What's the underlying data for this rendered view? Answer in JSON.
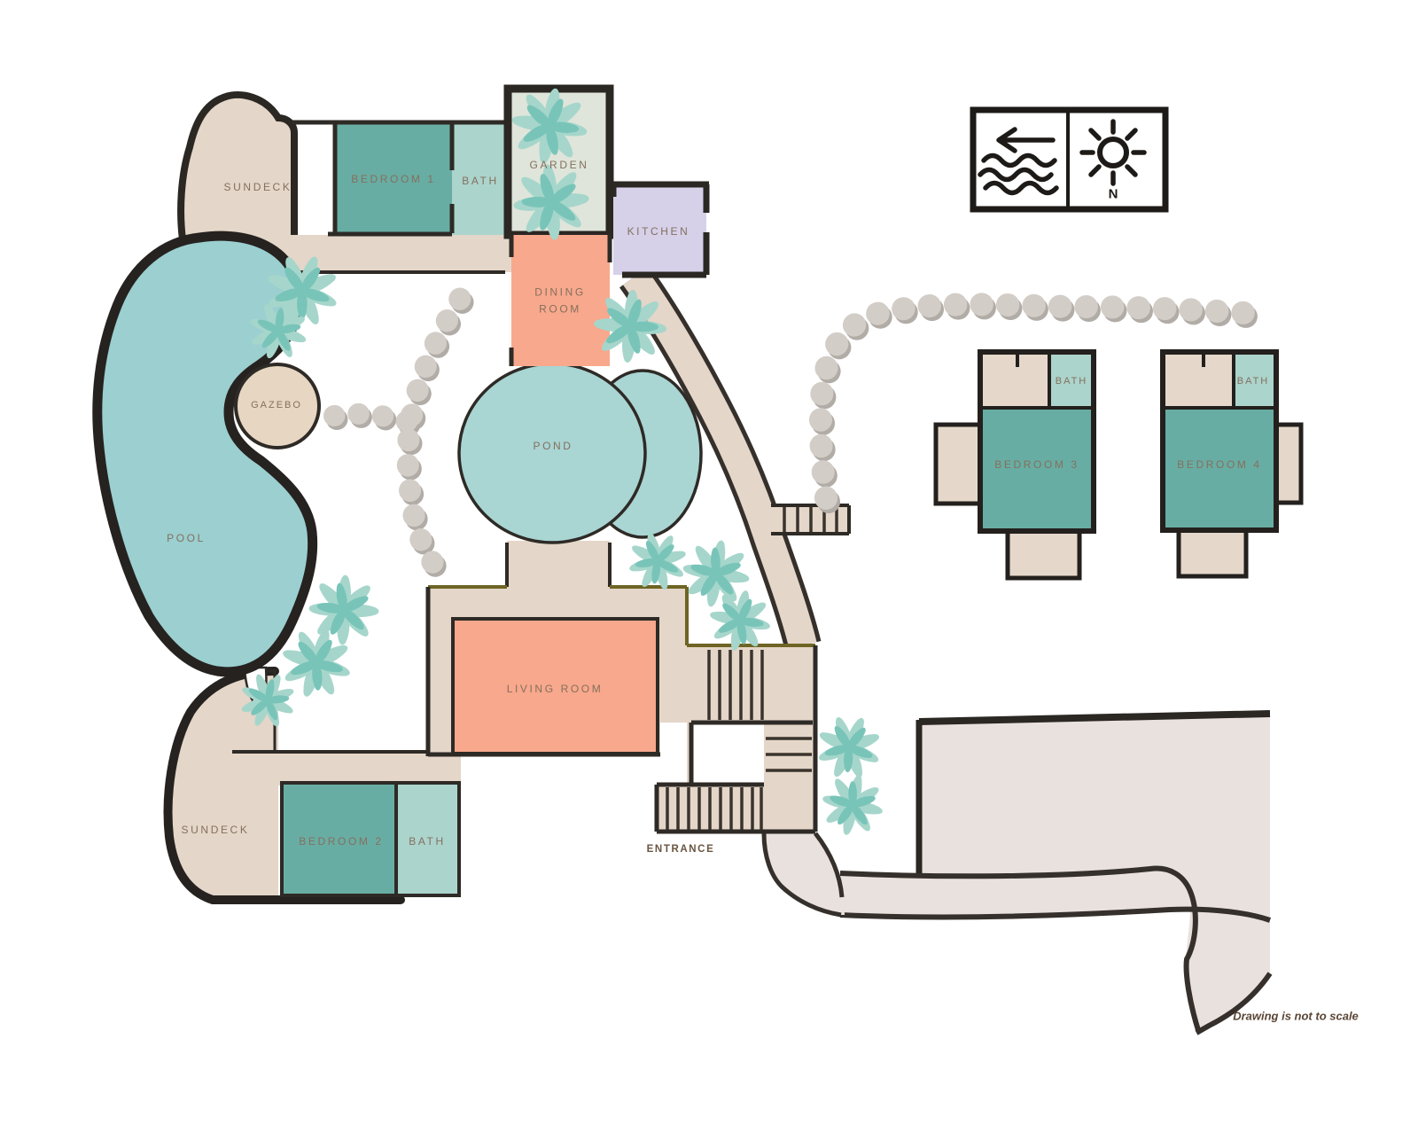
{
  "plan": {
    "rooms": {
      "sundeck_top": "SUNDECK",
      "bedroom1": "BEDROOM 1",
      "bath1": "BATH",
      "garden": "GARDEN",
      "kitchen": "KITCHEN",
      "dining": "DINING ROOM",
      "pond": "POND",
      "gazebo": "GAZEBO",
      "pool": "POOL",
      "living": "LIVING ROOM",
      "sundeck_bottom": "SUNDECK",
      "bedroom2": "BEDROOM 2",
      "bath2": "BATH",
      "bedroom3": "BEDROOM 3",
      "bath3": "BATH",
      "bedroom4": "BEDROOM 4",
      "bath4": "BATH",
      "entrance": "ENTRANCE"
    },
    "compass": {
      "north": "N"
    },
    "note": "Drawing is not to scale",
    "colors": {
      "deck_beige": "#e4d6c8",
      "driveway": "#e9e1dd",
      "bedroom_teal": "#68ada3",
      "bath_teal": "#abd4cc",
      "pond_teal": "#a9d5d3",
      "pool_teal": "#9bcfd0",
      "garden_green": "#dfe5da",
      "kitchen_lavender": "#d6d0e9",
      "room_salmon": "#f8a88c",
      "outline_dark": "#2e2a26",
      "outline_olive": "#6e6524",
      "label_brown": "#84705e",
      "stone_gray": "#d3cdc8",
      "palm_light": "#a6d6cb",
      "palm_dark": "#79c4b9"
    }
  }
}
